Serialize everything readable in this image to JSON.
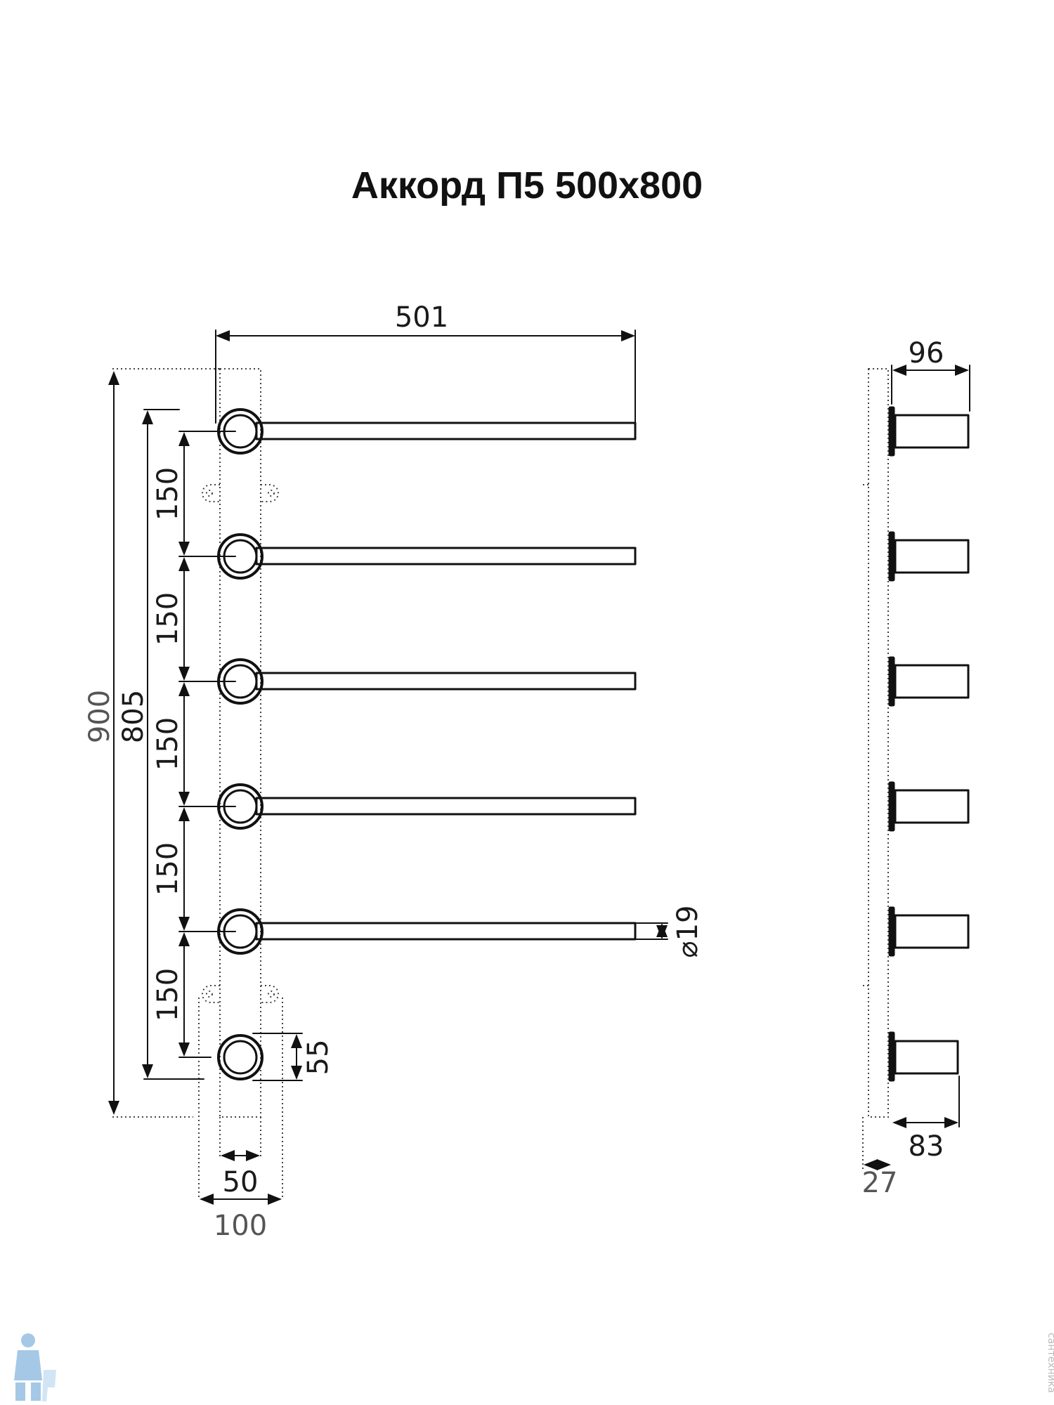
{
  "title": "Аккорд П5 500х800",
  "dimensions": {
    "width_total": "501",
    "height_total": "900",
    "height_between_bars": "805",
    "bar_spacing": "150",
    "bar_diameter": "⌀19",
    "collar_diameter": "55",
    "mount_width": "50",
    "mount_outer_width": "100",
    "side_depth": "96",
    "side_bar_depth": "83",
    "wall_offset": "27"
  },
  "bars": {
    "count": 6
  },
  "colors": {
    "line": "#111111",
    "dotted": "#444444"
  },
  "watermark": "сантехника"
}
